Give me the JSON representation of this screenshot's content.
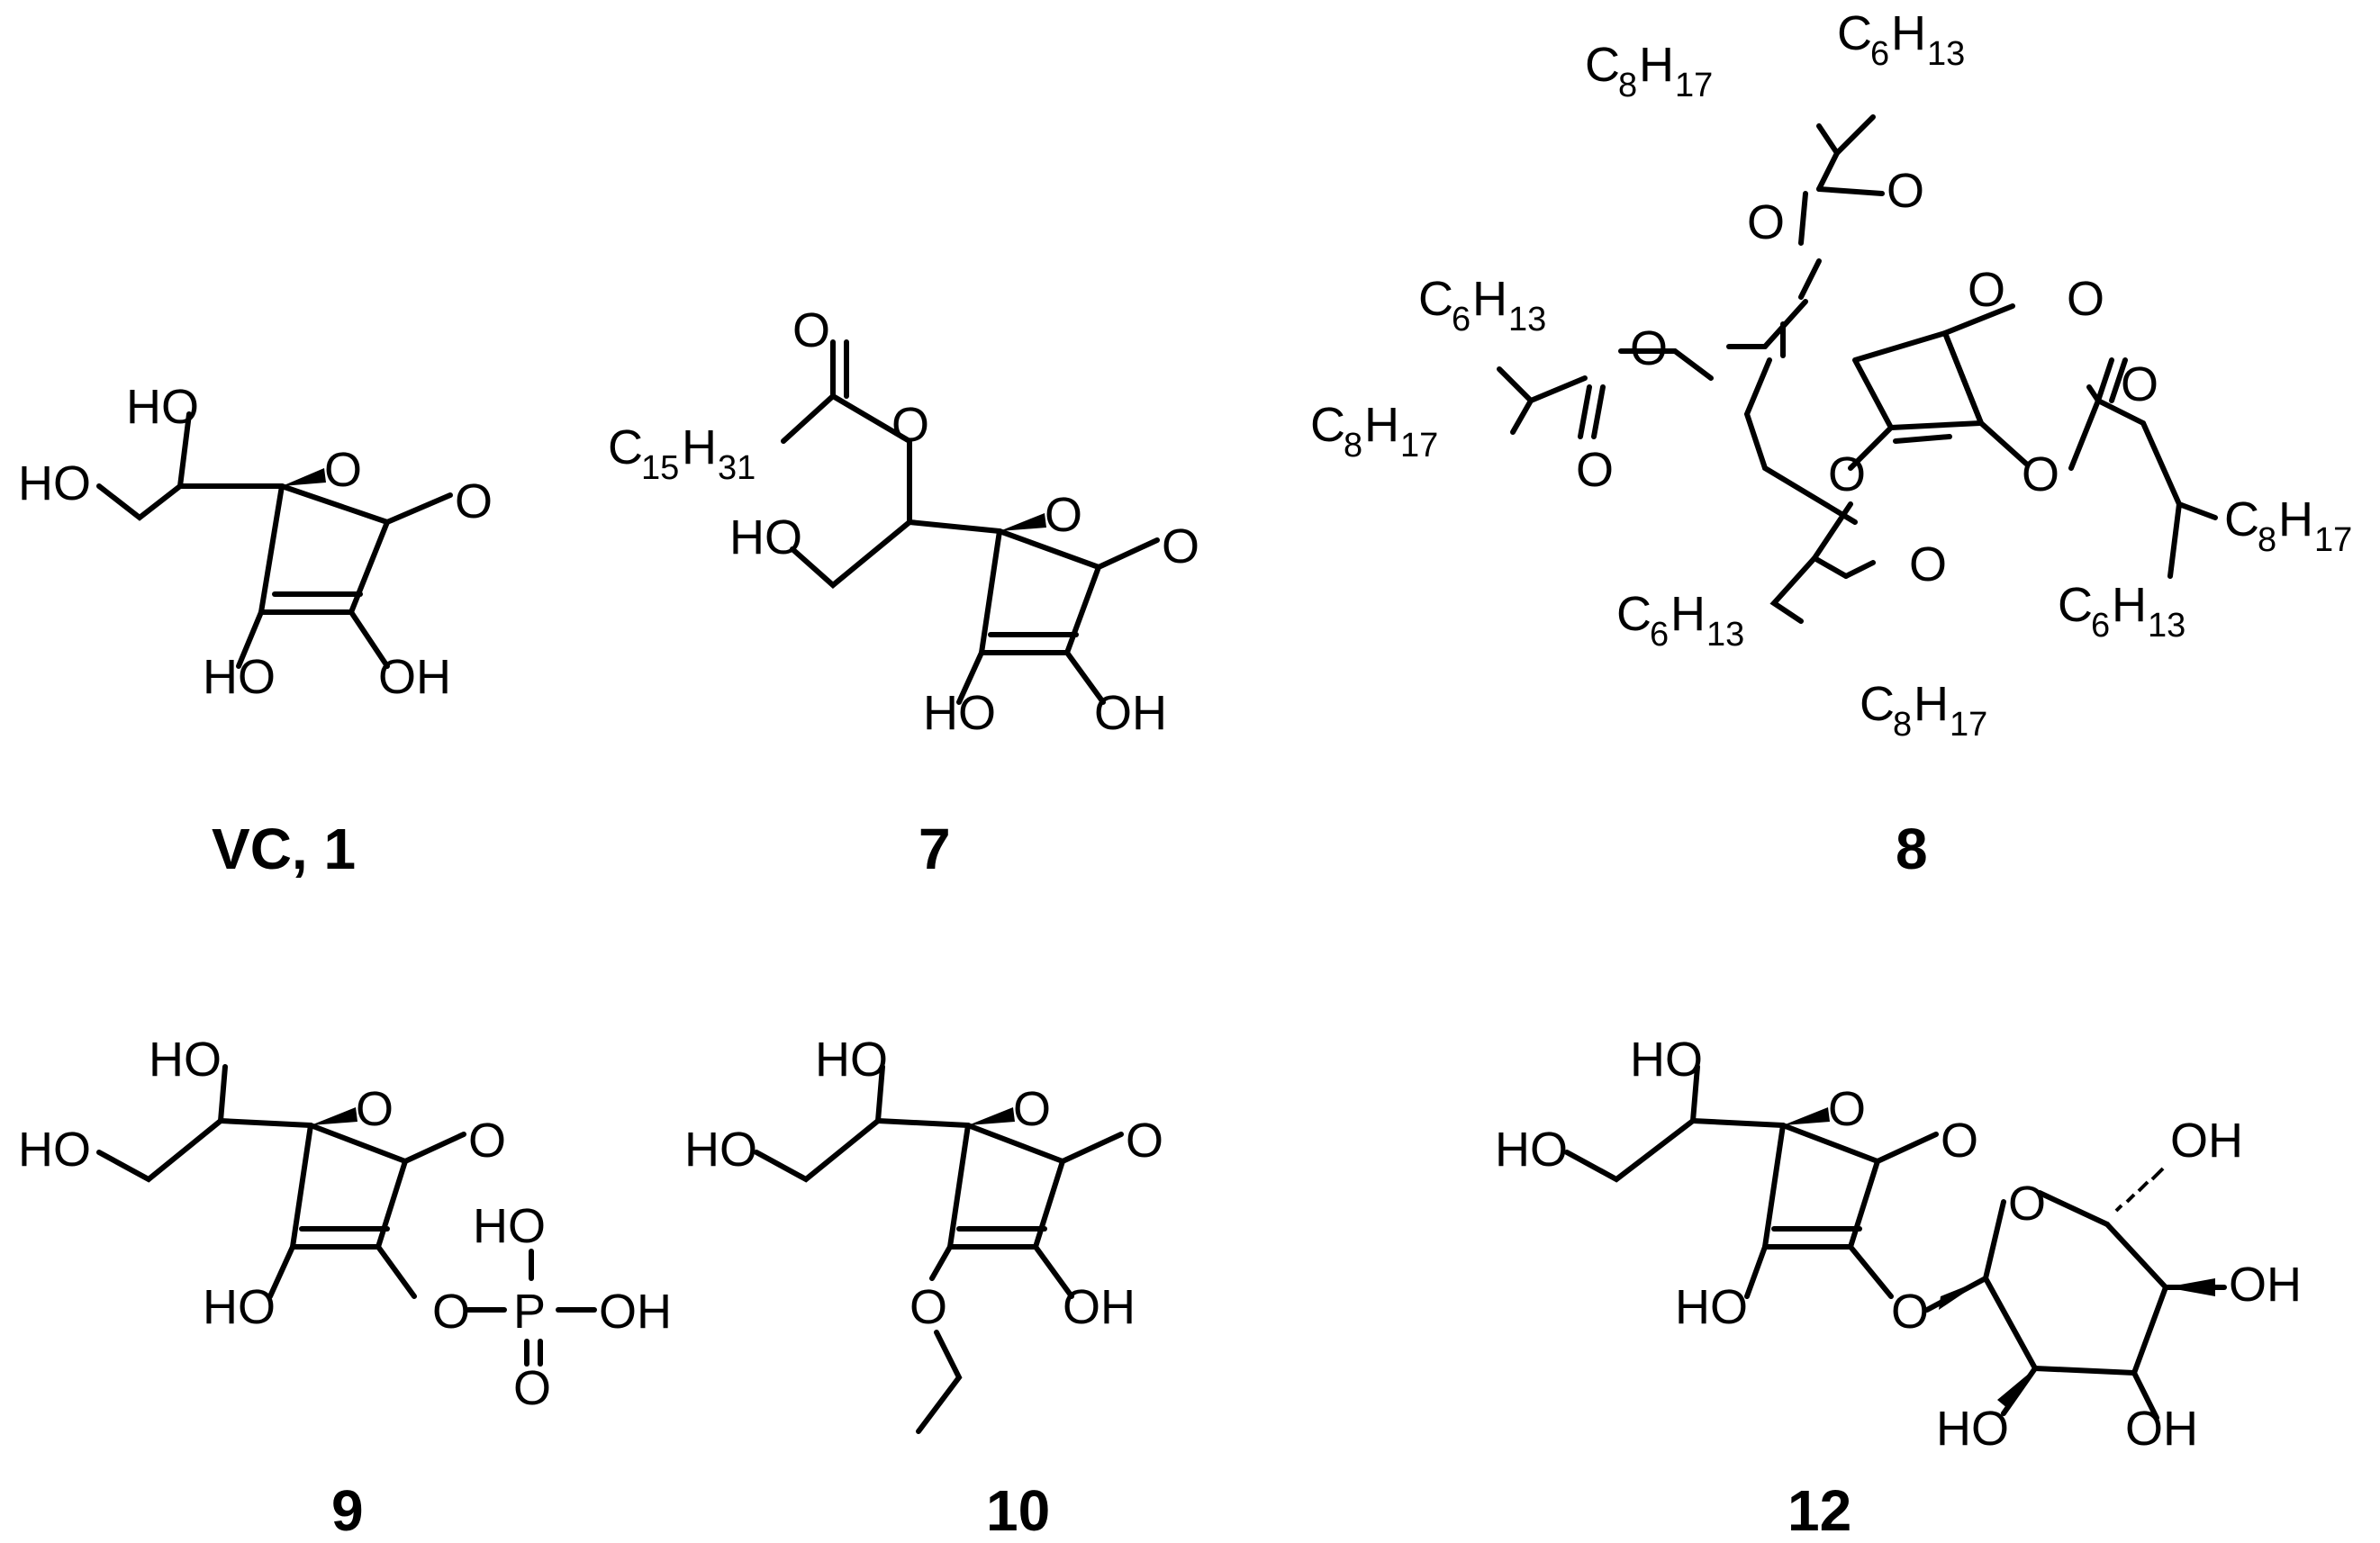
{
  "figure": {
    "compounds": [
      {
        "id": "c1",
        "caption": "VC, 1"
      },
      {
        "id": "c7",
        "caption": "7"
      },
      {
        "id": "c8",
        "caption": "8"
      },
      {
        "id": "c9",
        "caption": "9"
      },
      {
        "id": "c10",
        "caption": "10"
      },
      {
        "id": "c12",
        "caption": "12"
      }
    ]
  },
  "labels": {
    "O": "O",
    "HO": "HO",
    "OH": "OH",
    "P": "P",
    "C": "C",
    "H": "H",
    "n6": "6",
    "n8": "8",
    "n13": "13",
    "n15": "15",
    "n17": "17",
    "n31": "31"
  }
}
